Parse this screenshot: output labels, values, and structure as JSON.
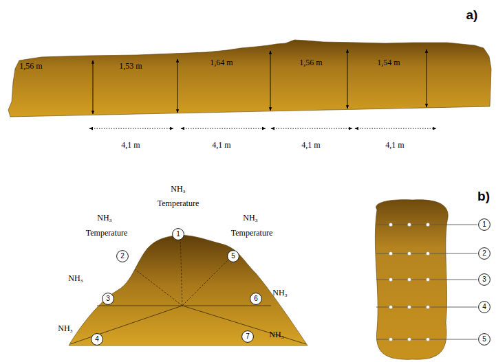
{
  "diagram": {
    "nodes": [
      {
        "text": [
          "1"
        ]
      },
      {
        "text": [
          "2"
        ]
      },
      {
        "text": [
          "3"
        ]
      },
      {
        "text": [
          "4"
        ]
      },
      {
        "text": [
          "5"
        ]
      },
      {
        "text": [
          "6"
        ]
      },
      {
        "text": [
          "7"
        ]
      },
      {
        "text": [
          "1"
        ]
      },
      {
        "text": [
          "2"
        ]
      },
      {
        "text": [
          "3"
        ]
      },
      {
        "text": [
          "4"
        ]
      },
      {
        "text": [
          "5"
        ]
      }
    ],
    "labels": [
      "a)",
      "1,56 m",
      "1,53 m",
      "1,64 m",
      "1,56 m",
      "1,54 m",
      "4,1 m",
      "4,1 m",
      "4,1 m",
      "4,1 m",
      "b)",
      "NH₃",
      "Temperature",
      "NH₃",
      "Temperature",
      "NH₃",
      "Temperature",
      "NH₃",
      "NH₃",
      "NH₃",
      "NH₃"
    ]
  }
}
